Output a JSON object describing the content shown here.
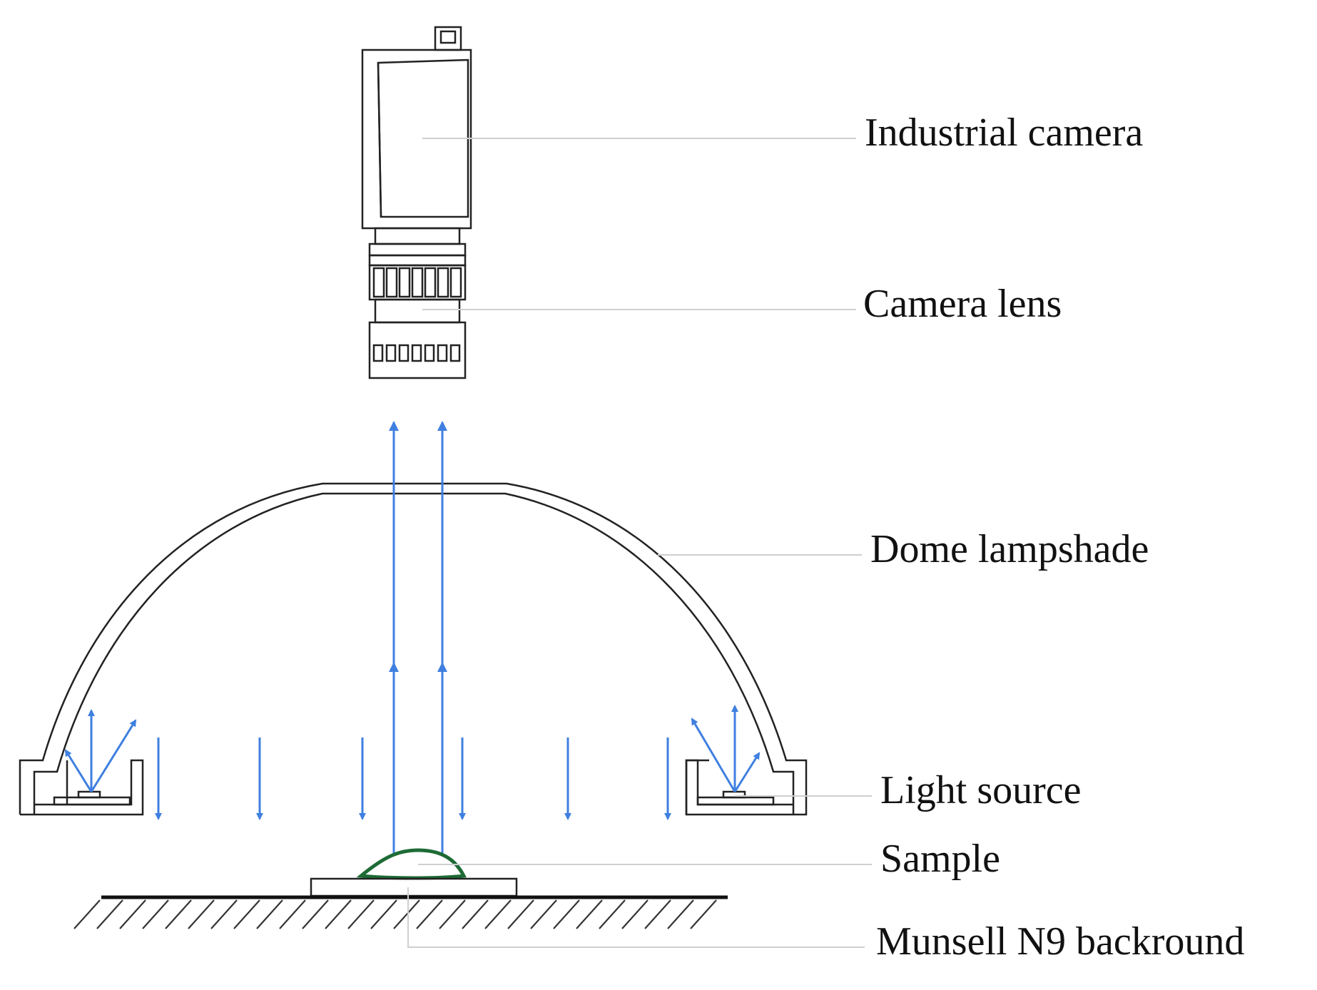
{
  "labels": {
    "camera": "Industrial camera",
    "lens": "Camera lens",
    "dome": "Dome lampshade",
    "light": "Light source",
    "sample": "Sample",
    "background": "Munsell N9 backround"
  },
  "colors": {
    "ray": "#3f7fe0",
    "sample": "#1e6b35",
    "outline": "#222222",
    "leader": "#cfcfcf"
  }
}
